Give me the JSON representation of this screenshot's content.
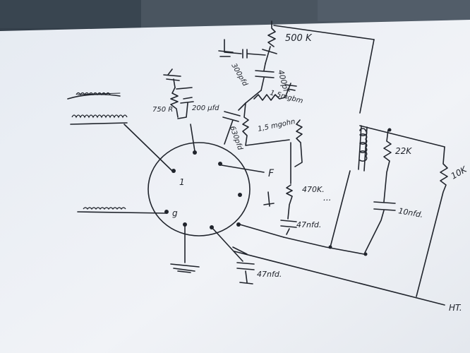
{
  "schematic": {
    "components": {
      "r_500k": "500 K",
      "c_300pf": "300pfd",
      "c_400pf": "400pf",
      "r_1_5meg_a": "1,5mgbm",
      "r_1_5meg_b": "1,5 mgohn",
      "c_630pf": "630pfd",
      "r_470k": "470K.",
      "c_47nf_a": "47nfd.",
      "c_47nf_b": "47nfd.",
      "r_22k": "22K",
      "r_10k": "10K",
      "c_10nf": "10nfd.",
      "r_750": "750 R",
      "c_200uf": "200 µfd"
    },
    "labels": {
      "pin_1": "1",
      "pin_g": "g",
      "pin_f": "F",
      "ht": "HT.",
      "continuation": "..."
    }
  },
  "colors": {
    "paper": "#eef1f6",
    "ink": "#20242c",
    "background": "#3c4652"
  }
}
